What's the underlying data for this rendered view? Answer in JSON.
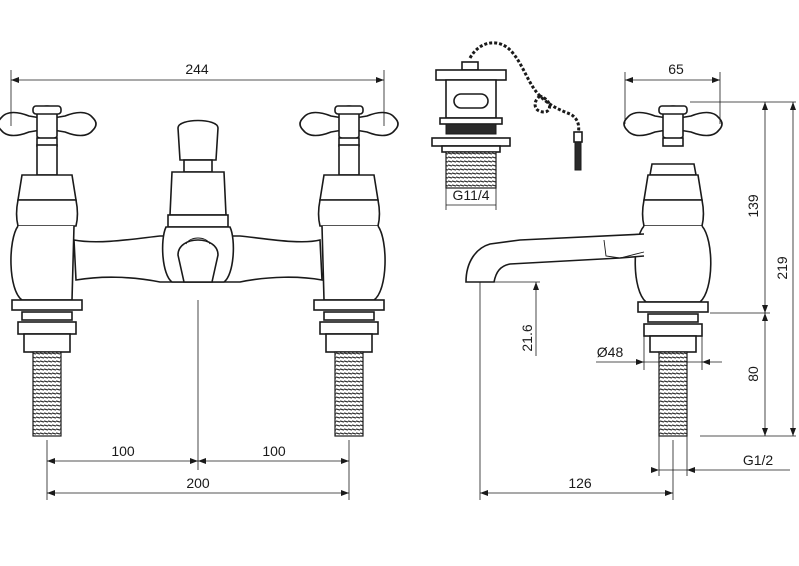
{
  "drawing": {
    "front_view": {
      "overall_width": "244",
      "left_spacing": "100",
      "right_spacing": "100",
      "centre_distance": "200"
    },
    "waste": {
      "thread": "G11/4"
    },
    "side_view": {
      "handle_width": "65",
      "upper_height": "139",
      "total_height": "219",
      "spout_height": "21.6",
      "base_diameter": "Ø48",
      "shank_length": "80",
      "spout_reach": "126",
      "shank_thread": "G1/2"
    }
  }
}
